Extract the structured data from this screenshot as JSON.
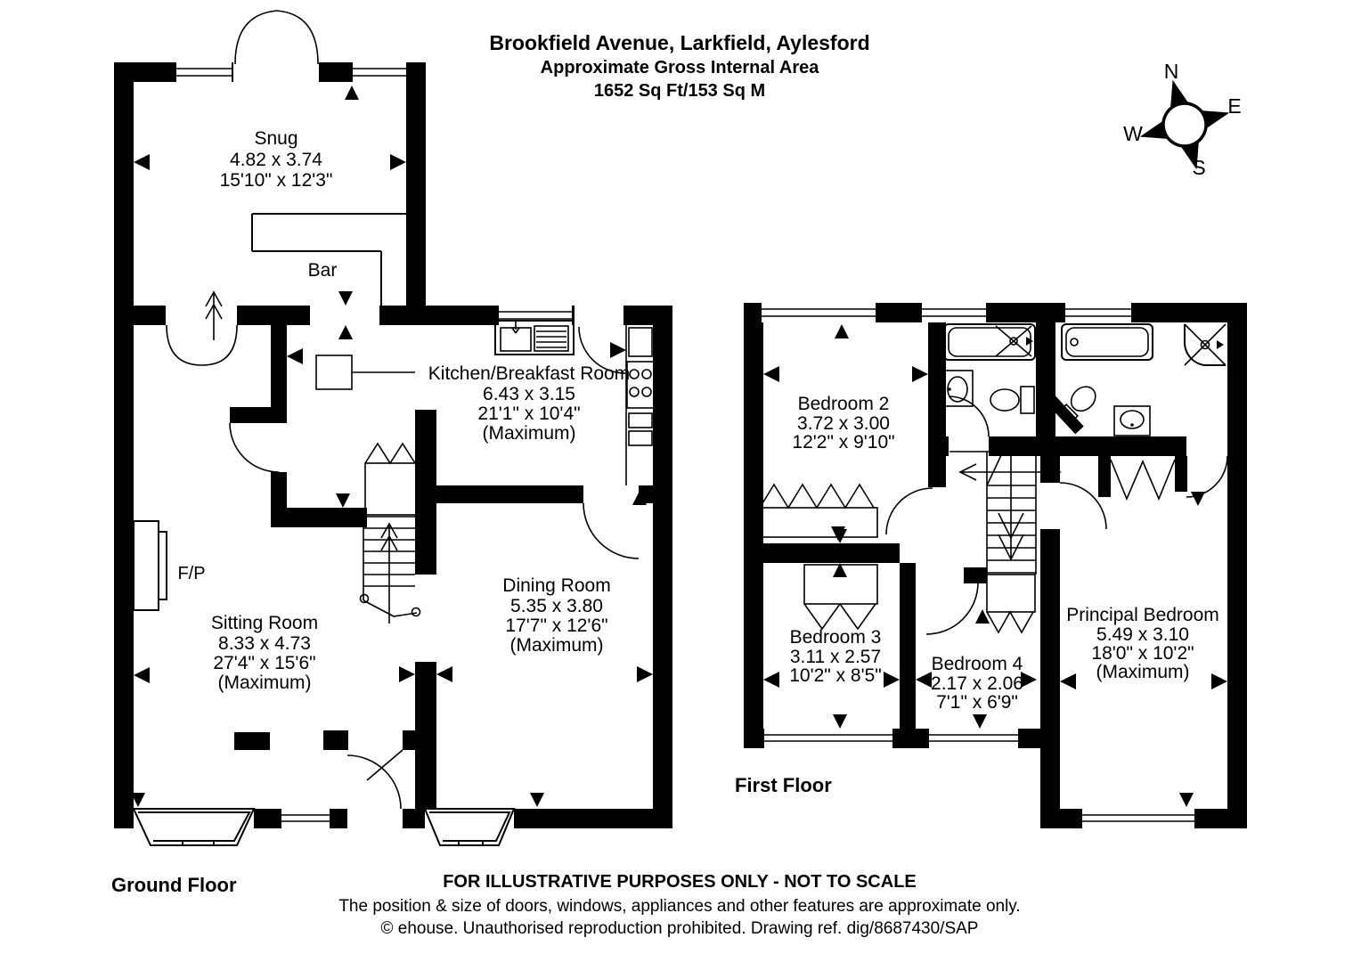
{
  "header": {
    "title": "Brookfield Avenue, Larkfield, Aylesford",
    "line2": "Approximate Gross Internal Area",
    "line3": "1652 Sq Ft/153 Sq M"
  },
  "compass": {
    "north": "N",
    "east": "E",
    "south": "S",
    "west": "W"
  },
  "ground_floor": {
    "label": "Ground Floor",
    "snug": {
      "name": "Snug",
      "metric": "4.82 x 3.74",
      "imperial": "15'10\" x 12'3\""
    },
    "bar": {
      "name": "Bar"
    },
    "kitchen": {
      "name": "Kitchen/Breakfast Room",
      "metric": "6.43 x 3.15",
      "imperial": "21'1\" x 10'4\"",
      "note": "(Maximum)"
    },
    "sitting_room": {
      "name": "Sitting Room",
      "metric": "8.33 x 4.73",
      "imperial": "27'4\" x 15'6\"",
      "note": "(Maximum)"
    },
    "dining_room": {
      "name": "Dining Room",
      "metric": "5.35 x 3.80",
      "imperial": "17'7\" x 12'6\"",
      "note": "(Maximum)"
    },
    "fireplace": {
      "label": "F/P"
    }
  },
  "first_floor": {
    "label": "First Floor",
    "bedroom2": {
      "name": "Bedroom 2",
      "metric": "3.72 x 3.00",
      "imperial": "12'2\" x 9'10\""
    },
    "bedroom3": {
      "name": "Bedroom 3",
      "metric": "3.11 x 2.57",
      "imperial": "10'2\" x 8'5\""
    },
    "bedroom4": {
      "name": "Bedroom 4",
      "metric": "2.17 x 2.06",
      "imperial": "7'1\" x 6'9\""
    },
    "principal_bedroom": {
      "name": "Principal Bedroom",
      "metric": "5.49 x 3.10",
      "imperial": "18'0\" x 10'2\"",
      "note": "(Maximum)"
    }
  },
  "footer": {
    "disclaimer": "FOR ILLUSTRATIVE PURPOSES ONLY - NOT TO SCALE",
    "note": "The position & size of doors, windows, appliances and other features are approximate only.",
    "copyright": "© ehouse. Unauthorised reproduction prohibited. Drawing ref. dig/8687430/SAP"
  },
  "colors": {
    "ink": "#000000",
    "paper": "#ffffff"
  }
}
